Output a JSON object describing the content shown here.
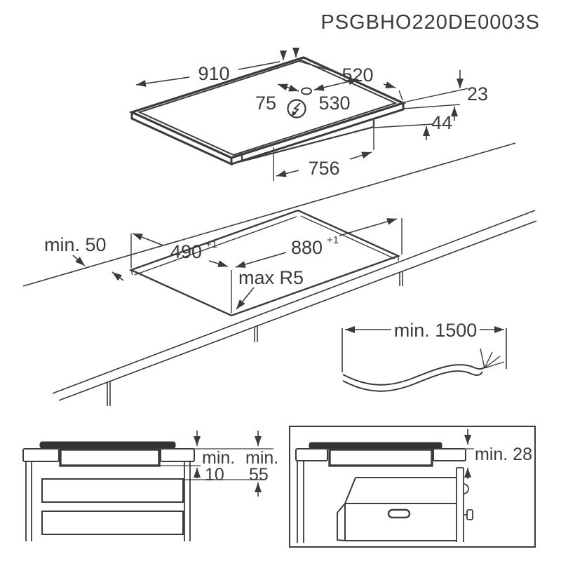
{
  "part_number": "PSGBHO220DE0003S",
  "colors": {
    "line": "#3b3b3b",
    "background": "#ffffff"
  },
  "top_view": {
    "width": "910",
    "depth": "520",
    "cable_left": "75",
    "cable_right": "530",
    "glass_height": "23",
    "body_height": "44",
    "body_width": "756",
    "power_icon": "lightning-in-circle",
    "cable_entry_icon": "cable-entry-oval"
  },
  "cutout_view": {
    "back_clearance": "min. 50",
    "depth": "490",
    "depth_tol": "+1",
    "width": "880",
    "width_tol": "+1",
    "corner_radius": "max R5"
  },
  "cable_view": {
    "length": "min. 1500"
  },
  "drawer_view": {
    "min_label_a": "min.",
    "value_a": "10",
    "min_label_b": "min.",
    "value_b": "55"
  },
  "oven_view": {
    "clearance": "min. 28"
  }
}
